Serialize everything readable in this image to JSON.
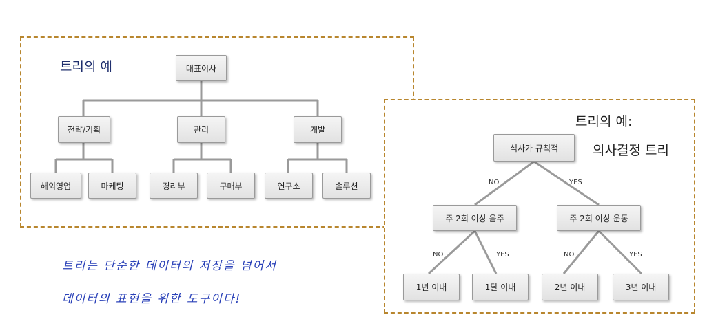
{
  "org_chart": {
    "title": "트리의 예",
    "root": "대표이사",
    "departments": [
      {
        "label": "전략/기획",
        "children": [
          "해외영업",
          "마케팅"
        ]
      },
      {
        "label": "관리",
        "children": [
          "경리부",
          "구매부"
        ]
      },
      {
        "label": "개발",
        "children": [
          "연구소",
          "솔루션"
        ]
      }
    ]
  },
  "decision_tree": {
    "title_line1": "트리의 예:",
    "title_line2": "의사결정 트리",
    "root": "식사가 규칙적",
    "no_label": "NO",
    "yes_label": "YES",
    "left": {
      "label": "주 2회 이상 음주",
      "no": "1년 이내",
      "yes": "1달 이내"
    },
    "right": {
      "label": "주 2회 이상 운동",
      "no": "2년 이내",
      "yes": "3년 이내"
    }
  },
  "note": {
    "line1": "트리는 단순한 데이터의 저장을 넘어서",
    "line2": "데이터의 표현을 위한 도구이다!"
  },
  "colors": {
    "frame": "#b8862e",
    "title": "#1f2f6e",
    "note": "#2a41b8",
    "line": "#9a9a9a"
  }
}
